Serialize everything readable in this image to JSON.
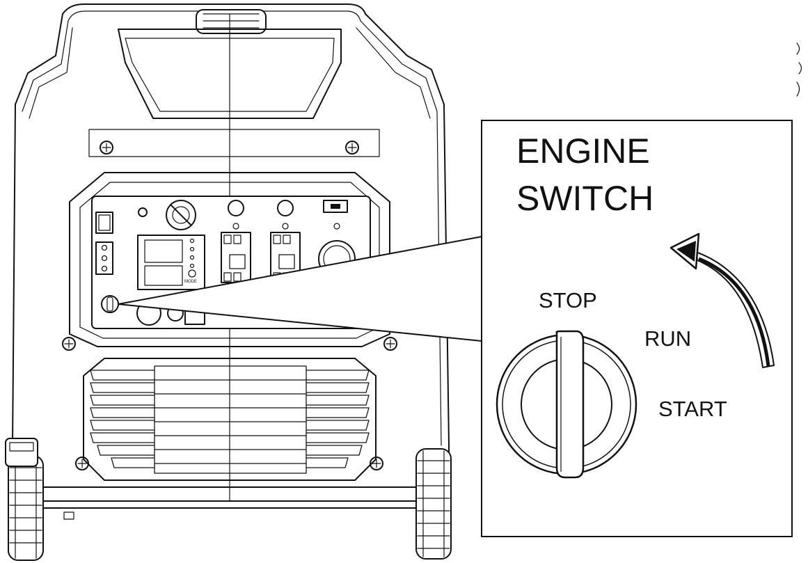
{
  "callout": {
    "title_line1": "ENGINE",
    "title_line2": "SWITCH",
    "positions": {
      "stop": "STOP",
      "run": "RUN",
      "start": "START"
    }
  },
  "panel": {
    "mode_label": "MODE"
  },
  "colors": {
    "line": "#111111",
    "background": "#ffffff"
  }
}
